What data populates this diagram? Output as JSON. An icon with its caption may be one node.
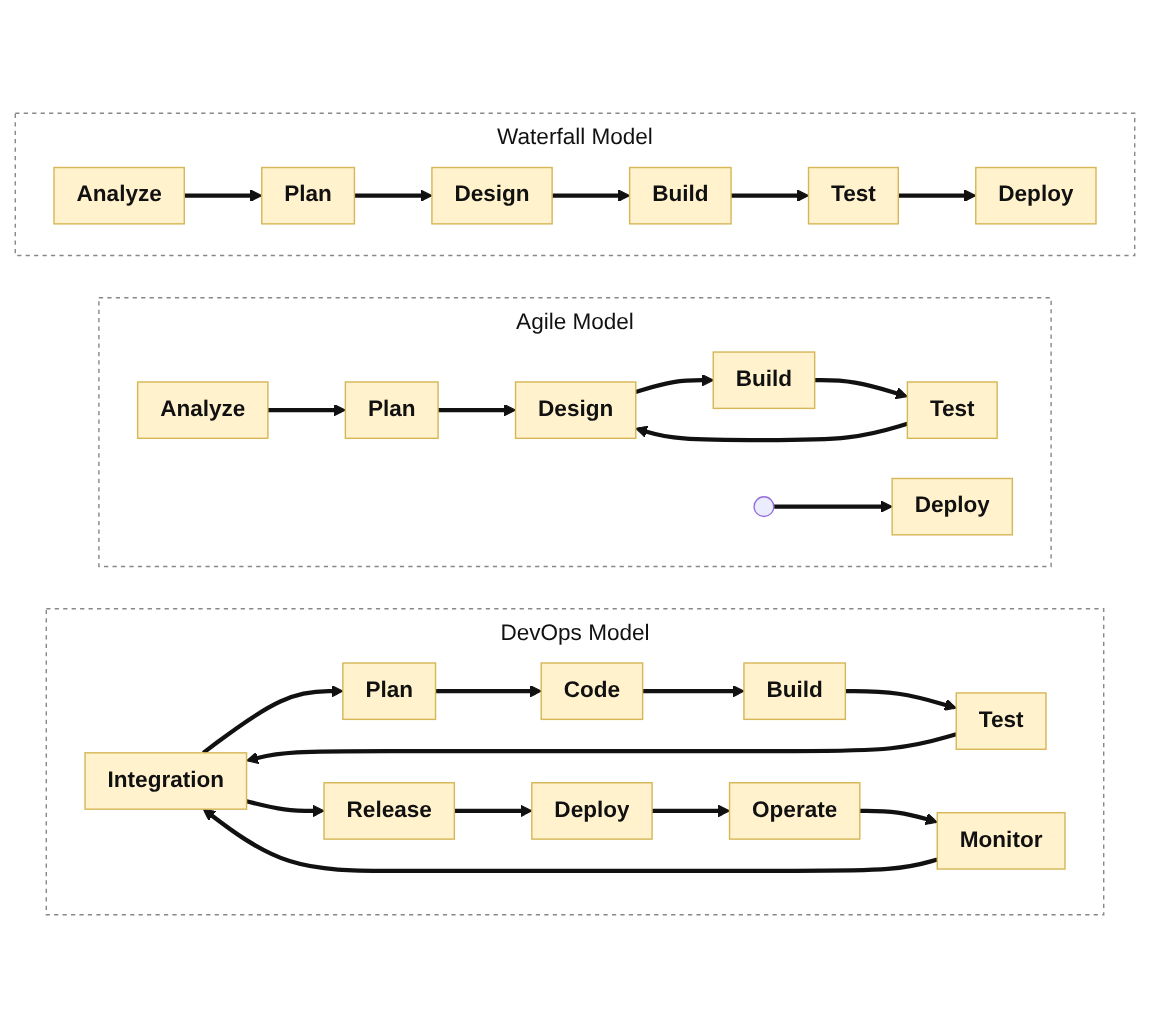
{
  "diagram": {
    "nodes": [
      {
        "text": [
          "Waterfall Model"
        ]
      },
      {
        "text": [
          "Analyze"
        ],
        "in": 0
      },
      {
        "text": [
          "Plan"
        ],
        "in": 0
      },
      {
        "text": [
          "Design"
        ],
        "in": 0
      },
      {
        "text": [
          "Build"
        ],
        "in": 0
      },
      {
        "text": [
          "Test"
        ],
        "in": 0
      },
      {
        "text": [
          "Deploy"
        ],
        "in": 0
      },
      {
        "text": [
          "Agile Model"
        ]
      },
      {
        "text": [
          "Analyze"
        ],
        "in": 7
      },
      {
        "text": [
          "Plan"
        ],
        "in": 7
      },
      {
        "text": [
          "Design"
        ],
        "in": 7
      },
      {
        "text": [
          "Build"
        ],
        "in": 7
      },
      {
        "text": [
          "Test"
        ],
        "in": 7
      },
      {
        "text": [
          "Deploy"
        ],
        "in": 7
      },
      {
        "text": [
          "DevOps Model"
        ]
      },
      {
        "text": [
          "Integration"
        ],
        "in": 14
      },
      {
        "text": [
          "Plan"
        ],
        "in": 14
      },
      {
        "text": [
          "Code"
        ],
        "in": 14
      },
      {
        "text": [
          "Build"
        ],
        "in": 14
      },
      {
        "text": [
          "Test"
        ],
        "in": 14
      },
      {
        "text": [
          "Release"
        ],
        "in": 14
      },
      {
        "text": [
          "Deploy"
        ],
        "in": 14
      },
      {
        "text": [
          "Operate"
        ],
        "in": 14
      },
      {
        "text": [
          "Monitor"
        ],
        "in": 14
      }
    ],
    "edges": [
      {
        "from": 1,
        "to": 2,
        "arrow": "to"
      },
      {
        "from": 2,
        "to": 3,
        "arrow": "to"
      },
      {
        "from": 3,
        "to": 4,
        "arrow": "to"
      },
      {
        "from": 4,
        "to": 5,
        "arrow": "to"
      },
      {
        "from": 5,
        "to": 6,
        "arrow": "to"
      },
      {
        "from": 8,
        "to": 9,
        "arrow": "to"
      },
      {
        "from": 9,
        "to": 10,
        "arrow": "to"
      },
      {
        "from": 10,
        "to": 11,
        "arrow": "to"
      },
      {
        "from": 11,
        "to": 12,
        "arrow": "to"
      },
      {
        "from": 12,
        "to": 10,
        "arrow": "to"
      },
      {
        "from": null,
        "to": 13,
        "arrow": "to"
      },
      {
        "from": 15,
        "to": 16,
        "arrow": "to"
      },
      {
        "from": 16,
        "to": 17,
        "arrow": "to"
      },
      {
        "from": 17,
        "to": 18,
        "arrow": "to"
      },
      {
        "from": 18,
        "to": 19,
        "arrow": "to"
      },
      {
        "from": 19,
        "to": 15,
        "arrow": "to"
      },
      {
        "from": 15,
        "to": 20,
        "arrow": "to"
      },
      {
        "from": 20,
        "to": 21,
        "arrow": "to"
      },
      {
        "from": 21,
        "to": 22,
        "arrow": "to"
      },
      {
        "from": 22,
        "to": 23,
        "arrow": "to"
      },
      {
        "from": 23,
        "to": 15,
        "arrow": "to"
      }
    ]
  }
}
